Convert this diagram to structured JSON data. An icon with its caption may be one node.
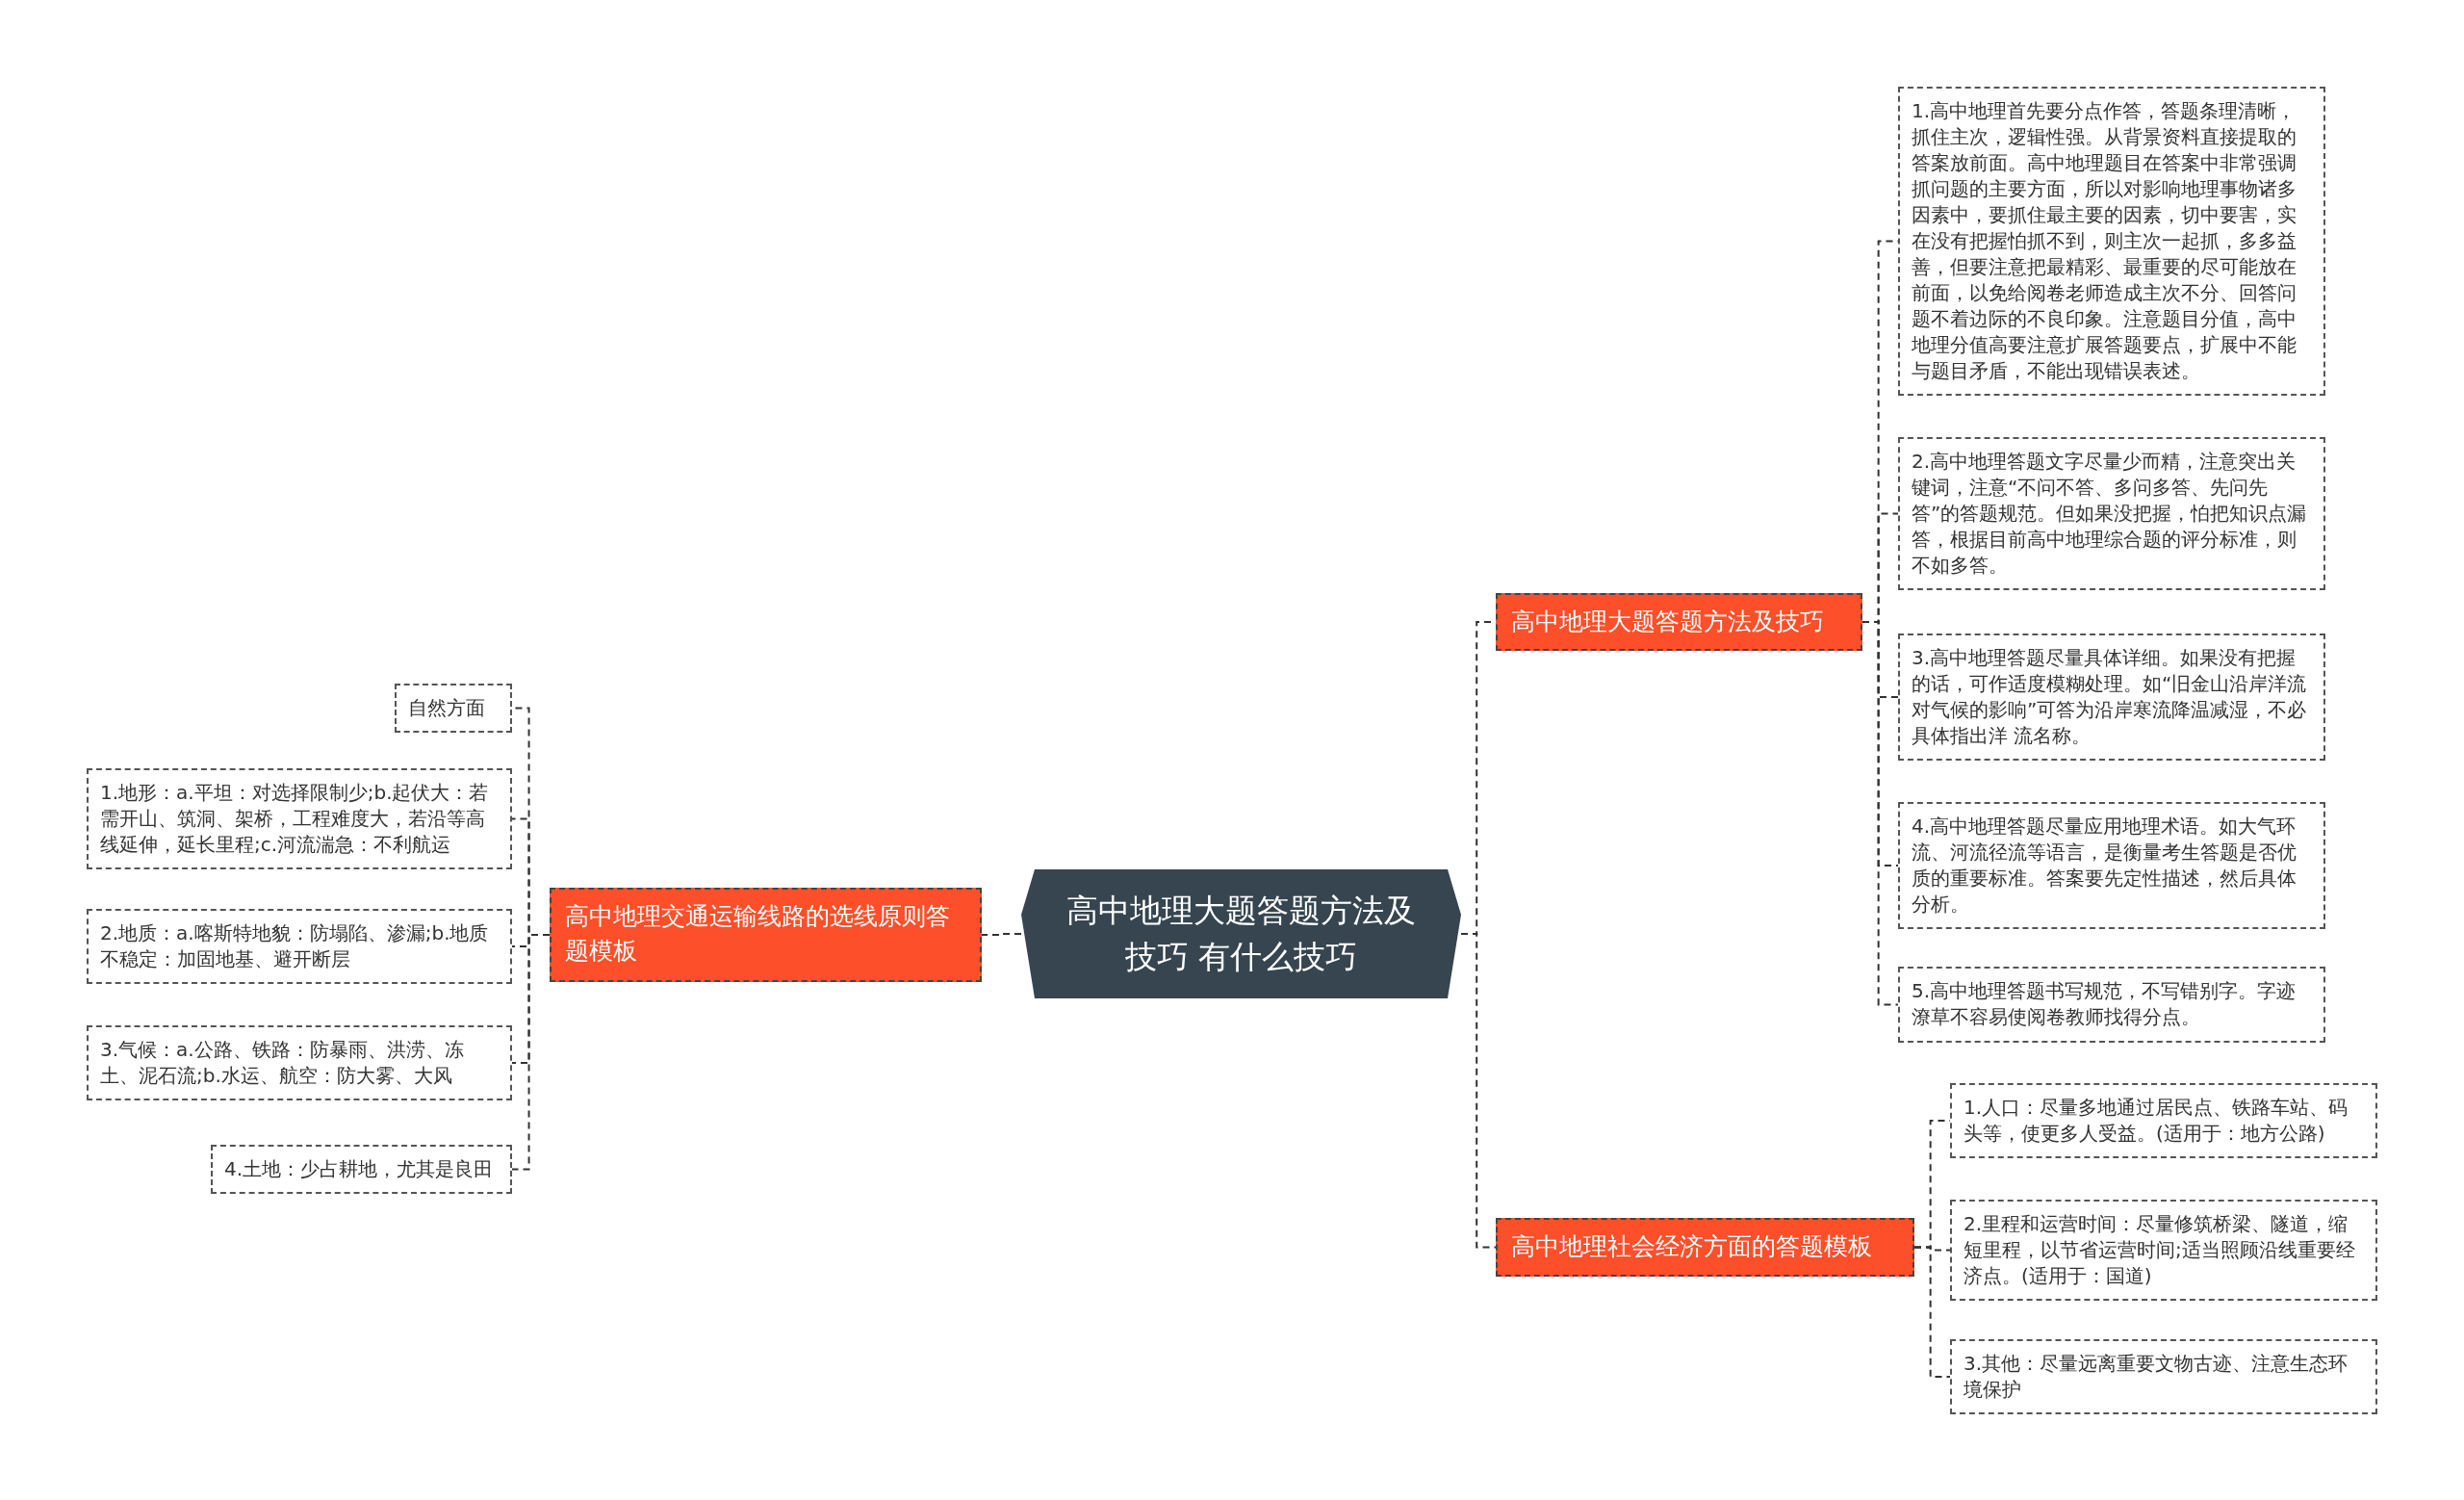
{
  "diagram": {
    "nodes": [
      {
        "text": [
          "高中地理大题答题方法及技巧 有什么技巧"
        ]
      },
      {
        "text": [
          "高中地理交通运输线路的选线原则答题模板"
        ]
      },
      {
        "text": [
          "自然方面"
        ]
      },
      {
        "text": [
          "1.地形：a.平坦：对选择限制少;b.起伏大：若需开山、筑洞、架桥，工程难度大，若沿等高线延伸，延长里程;c.河流湍急：不利航运"
        ]
      },
      {
        "text": [
          "2.地质：a.喀斯特地貌：防塌陷、渗漏;b.地质不稳定：加固地基、避开断层"
        ]
      },
      {
        "text": [
          "3.气候：a.公路、铁路：防暴雨、洪涝、冻土、泥石流;b.水运、航空：防大雾、大风"
        ]
      },
      {
        "text": [
          "4.土地：少占耕地，尤其是良田"
        ]
      },
      {
        "text": [
          "高中地理大题答题方法及技巧"
        ]
      },
      {
        "text": [
          "1.高中地理首先要分点作答，答题条理清晰，抓住主次，逻辑性强。从背景资料直接提取的答案放前面。高中地理题目在答案中非常强调抓问题的主要方面，所以对影响地理事物诸多因素中，要抓住最主要的因素，切中要害，实在没有把握怕抓不到，则主次一起抓，多多益善，但要注意把最精彩、最重要的尽可能放在前面，以免给阅卷老师造成主次不分、回答问题不着边际的不良印象。注意题目分值，高中地理分值高要注意扩展答题要点，扩展中不能与题目矛盾，不能出现错误表述。"
        ]
      },
      {
        "text": [
          "2.高中地理答题文字尽量少而精，注意突出关键词，注意“不问不答、多问多答、先问先答”的答题规范。但如果没把握，怕把知识点漏答，根据目前高中地理综合题的评分标准，则不如多答。"
        ]
      },
      {
        "text": [
          "3.高中地理答题尽量具体详细。如果没有把握的话，可作适度模糊处理。如“旧金山沿岸洋流对气候的影响”可答为沿岸寒流降温减湿，不必具体指出洋 流名称。"
        ]
      },
      {
        "text": [
          "4.高中地理答题尽量应用地理术语。如大气环流、河流径流等语言，是衡量考生答题是否优质的重要标准。答案要先定性描述，然后具体分析。"
        ]
      },
      {
        "text": [
          "5.高中地理答题书写规范，不写错别字。字迹潦草不容易使阅卷教师找得分点。"
        ]
      },
      {
        "text": [
          "高中地理社会经济方面的答题模板"
        ]
      },
      {
        "text": [
          "1.人口：尽量多地通过居民点、铁路车站、码头等，使更多人受益。(适用于：地方公路)"
        ]
      },
      {
        "text": [
          "2.里程和运营时间：尽量修筑桥梁、隧道，缩短里程，以节省运营时间;适当照顾沿线重要经济点。(适用于：国道)"
        ]
      },
      {
        "text": [
          "3.其他：尽量远离重要文物古迹、注意生态环境保护"
        ]
      }
    ],
    "edges": [
      {
        "from": 0,
        "to": 1,
        "arrow": "none",
        "style": "dashed"
      },
      {
        "from": 1,
        "to": 2,
        "arrow": "none",
        "style": "dashed"
      },
      {
        "from": 1,
        "to": 3,
        "arrow": "none",
        "style": "dashed"
      },
      {
        "from": 1,
        "to": 4,
        "arrow": "none",
        "style": "dashed"
      },
      {
        "from": 1,
        "to": 5,
        "arrow": "none",
        "style": "dashed"
      },
      {
        "from": 1,
        "to": 6,
        "arrow": "none",
        "style": "dashed"
      },
      {
        "from": 0,
        "to": 7,
        "arrow": "none",
        "style": "dashed"
      },
      {
        "from": 7,
        "to": 8,
        "arrow": "none",
        "style": "dashed"
      },
      {
        "from": 7,
        "to": 9,
        "arrow": "none",
        "style": "dashed"
      },
      {
        "from": 7,
        "to": 10,
        "arrow": "none",
        "style": "dashed"
      },
      {
        "from": 7,
        "to": 11,
        "arrow": "none",
        "style": "dashed"
      },
      {
        "from": 7,
        "to": 12,
        "arrow": "none",
        "style": "dashed"
      },
      {
        "from": 0,
        "to": 13,
        "arrow": "none",
        "style": "dashed"
      },
      {
        "from": 13,
        "to": 14,
        "arrow": "none",
        "style": "dashed"
      },
      {
        "from": 13,
        "to": 15,
        "arrow": "none",
        "style": "dashed"
      },
      {
        "from": 13,
        "to": 16,
        "arrow": "none",
        "style": "dashed"
      }
    ]
  }
}
